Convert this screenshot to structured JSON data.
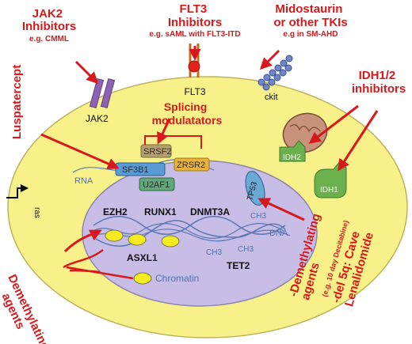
{
  "labels": {
    "jak2_inhibitors": [
      "JAK2",
      "Inhibitors"
    ],
    "jak2_example": "e.g. CMML",
    "flt3_inhibitors": [
      "FLT3",
      "Inhibitors"
    ],
    "flt3_example": "e.g. sAML with FLT3-ITD",
    "midostaurin": [
      "Midostaurin",
      "or other TKIs"
    ],
    "midostaurin_example": "e.g in SM-AHD",
    "idh_inhibitors": [
      "IDH1/2",
      "inhibitors"
    ],
    "luspatercept": "Luspatercept",
    "splicing_modulators": [
      "Splicing",
      "modulatators"
    ],
    "demethylating_left": [
      "Demethylating",
      "agents"
    ],
    "demethylating_right": [
      "-Demethylating",
      "agents"
    ],
    "decitabine": "(e.g. 10 day Decitabine)",
    "del5q": [
      "-del 5q: Cave",
      "Lenalidomide"
    ]
  },
  "molecules": {
    "flt3": "FLT3",
    "jak2": "JAK2",
    "ckit": "ckit",
    "sf3b1": "SF3B1",
    "srsf2": "SRSF2",
    "zrsr2": "ZRSR2",
    "u2af1": "U2AF1",
    "rna": "RNA",
    "tp53": "TP53",
    "idh1": "IDH1",
    "idh2": "IDH2",
    "ras": "ras",
    "dna": "DNA",
    "chromatin": "Chromatin",
    "ch3": "CH3"
  },
  "genes": {
    "ezh2": "EZH2",
    "runx1": "RUNX1",
    "dnmt3a": "DNMT3A",
    "asxl1": "ASXL1",
    "tet2": "TET2"
  },
  "colors": {
    "cell": "#f8f18a",
    "nucleus": "#c8bde6",
    "arrow": "#d7191c",
    "dna": "#5b78b3",
    "sf3b1": "#5b9bd5",
    "srsf2": "#b4a06c",
    "zrsr2": "#e9b23a",
    "u2af1": "#5fa877",
    "idh": "#6ab04c",
    "jak2": "#8e62b3",
    "ckit": "#6f86c9",
    "chromatin": "#f4ec1e"
  }
}
